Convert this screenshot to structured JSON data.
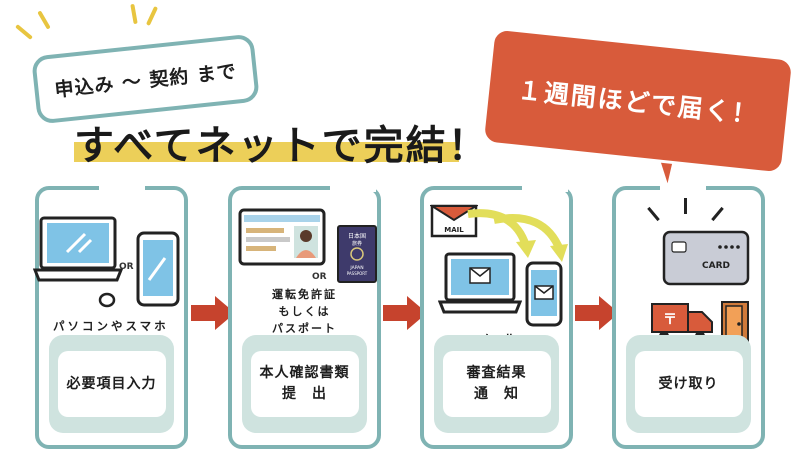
{
  "header": {
    "bubble_text": "申込み 〜 契約 まで",
    "headline": "すべてネットで完結！",
    "delivery_bubble": "１週間ほどで届く！"
  },
  "steps": [
    {
      "device_label": "パソコンやスマホ",
      "or_label": "OR",
      "action_lines": [
        "必要項目入力"
      ]
    },
    {
      "doc_label_lines": [
        "運転免許証",
        "もしくは",
        "パスポート"
      ],
      "or_label": "OR",
      "passport_text": [
        "日本国",
        "旅券",
        "JAPAN",
        "PASSPORT"
      ],
      "action_lines": [
        "本人確認書類",
        "提　出"
      ]
    },
    {
      "mail_icon_text": "MAIL",
      "mail_label": "メール",
      "action_lines": [
        "審査結果",
        "通　知"
      ]
    },
    {
      "card_text": "CARD",
      "truck_mark": "〒",
      "action_lines": [
        "受け取り"
      ]
    }
  ],
  "colors": {
    "teal_border": "#7fb3b3",
    "mint_fill": "#cfe3df",
    "orange": "#d85b3b",
    "yellow": "#eccf59",
    "arrow_red": "#c6432d",
    "light_blue": "#7fc3e6"
  },
  "icons": {
    "step1": [
      "laptop-icon",
      "smartphone-icon",
      "mouse-icon"
    ],
    "step2": [
      "drivers-license-icon",
      "passport-icon"
    ],
    "step3": [
      "envelope-icon",
      "laptop-icon",
      "smartphone-icon",
      "curved-arrow-icon"
    ],
    "step4": [
      "credit-card-icon",
      "delivery-truck-icon",
      "door-icon"
    ]
  }
}
